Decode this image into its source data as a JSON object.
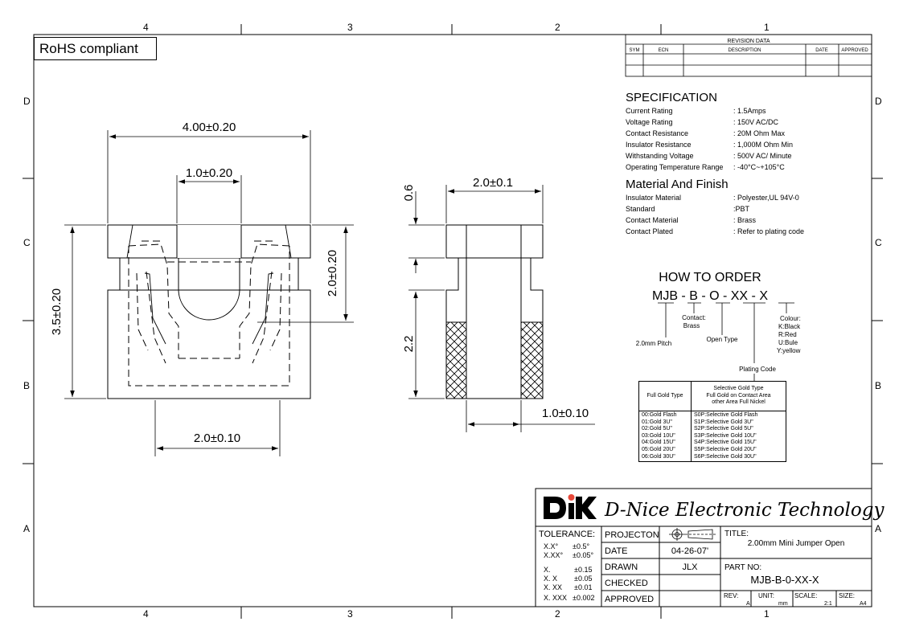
{
  "sheet": {
    "zones_top": [
      "4",
      "3",
      "2",
      "1"
    ],
    "zones_bottom": [
      "4",
      "3",
      "2",
      "1"
    ],
    "rows_left": [
      "D",
      "C",
      "B",
      "A"
    ],
    "rows_right": [
      "D",
      "C",
      "B",
      "A"
    ]
  },
  "badge": {
    "rohs": "RoHS compliant"
  },
  "revision": {
    "title": "REVISION  DATA",
    "columns": [
      "SYM",
      "ECN",
      "DESCRIPTION",
      "DATE",
      "APPROVED"
    ]
  },
  "front_view": {
    "width_dim": "4.00±0.20",
    "slot_dim": "1.0±0.20",
    "height_dim": "3.5±0.20",
    "inner_height_dim": "2.0±0.20",
    "pitch_dim": "2.0±0.10"
  },
  "side_view": {
    "top_dim": "0.6",
    "width_dim": "2.0±0.1",
    "height_dim": "2.2",
    "thick_dim": "1.0±0.10"
  },
  "specification": {
    "title": "SPECIFICATION",
    "rows": [
      {
        "k": "Current Rating",
        "v": ": 1.5Amps"
      },
      {
        "k": "Voltage Rating",
        "v": ": 150V AC/DC"
      },
      {
        "k": "Contact Resistance",
        "v": ": 20M Ohm Max"
      },
      {
        "k": "Insulator Resistance",
        "v": ": 1,000M Ohm Min"
      },
      {
        "k": "Withstanding Voltage",
        "v": ": 500V AC/ Minute"
      },
      {
        "k": "Operating Temperature Range",
        "v": ": -40°C~+105°C"
      }
    ]
  },
  "material": {
    "title": "Material And Finish",
    "rows": [
      {
        "k": "Insulator Material",
        "v": ": Polyester,UL 94V-0"
      },
      {
        "k": "Standard",
        "v": ":PBT"
      },
      {
        "k": "Contact Material",
        "v": ": Brass"
      },
      {
        "k": "Contact Plated",
        "v": ": Refer to plating code"
      }
    ]
  },
  "order": {
    "title": "HOW TO ORDER",
    "code": "MJB - B - O - XX - X",
    "pitch": "2.0mm Pitch",
    "contact": "Contact:",
    "contact_value": "Brass",
    "open_type": "Open Type",
    "plating_code": "Plating Code",
    "colour": "Colour:",
    "colours": [
      "K:Black",
      "R:Red",
      "U:Bule",
      "Y:yellow"
    ]
  },
  "plating_table": {
    "head_left": "Full Gold Type",
    "head_right": "Selective Gold Type\nFull Gold on Contact Area\n other Area Full Nickel",
    "left": "00:Gold Flash\n01:Gold 3U\"\n02:Gold 5U\"\n03:Gold 10U\"\n04:Gold 15U\"\n05:Gold 20U\"\n06:Gold 30U\"",
    "right": "S0P:Selective Gold Flash\nS1P:Selective Gold 3U\"\nS2P:Selective Gold 5U\"\nS3P:Selective Gold 10U\"\nS4P:Selective Gold 15U\"\nS5P:Selective Gold 20U\"\nS6P:Selective Gold 30U\""
  },
  "title_block": {
    "company": "D-Nice Electronic Technology",
    "tolerance_label": "TOLERANCE:",
    "tol_rows": [
      {
        "k": "X.X°",
        "v": "±0.5°"
      },
      {
        "k": "X.XX°",
        "v": "±0.05°"
      },
      {
        "k": "X.",
        "v": "±0.15"
      },
      {
        "k": "X. X",
        "v": "±0.05"
      },
      {
        "k": "X. XX",
        "v": "±0.01"
      },
      {
        "k": "X. XXX",
        "v": "±0.002"
      }
    ],
    "projection_label": "PROJECTON",
    "date_label": "DATE",
    "date_value": "04-26-07'",
    "drawn_label": "DRAWN",
    "drawn_value": "JLX",
    "checked_label": "CHECKED",
    "approved_label": "APPROVED",
    "title_label": "TITLE:",
    "title_value": "2.00mm Mini Jumper Open",
    "part_label": "PART  NO:",
    "part_value": "MJB-B-0-XX-X",
    "rev_label": "REV:",
    "rev_value": "A",
    "unit_label": "UNIT:",
    "unit_value": "mm",
    "scale_label": "SCALE:",
    "scale_value": "2:1",
    "size_label": "SIZE:",
    "size_value": "A4"
  }
}
